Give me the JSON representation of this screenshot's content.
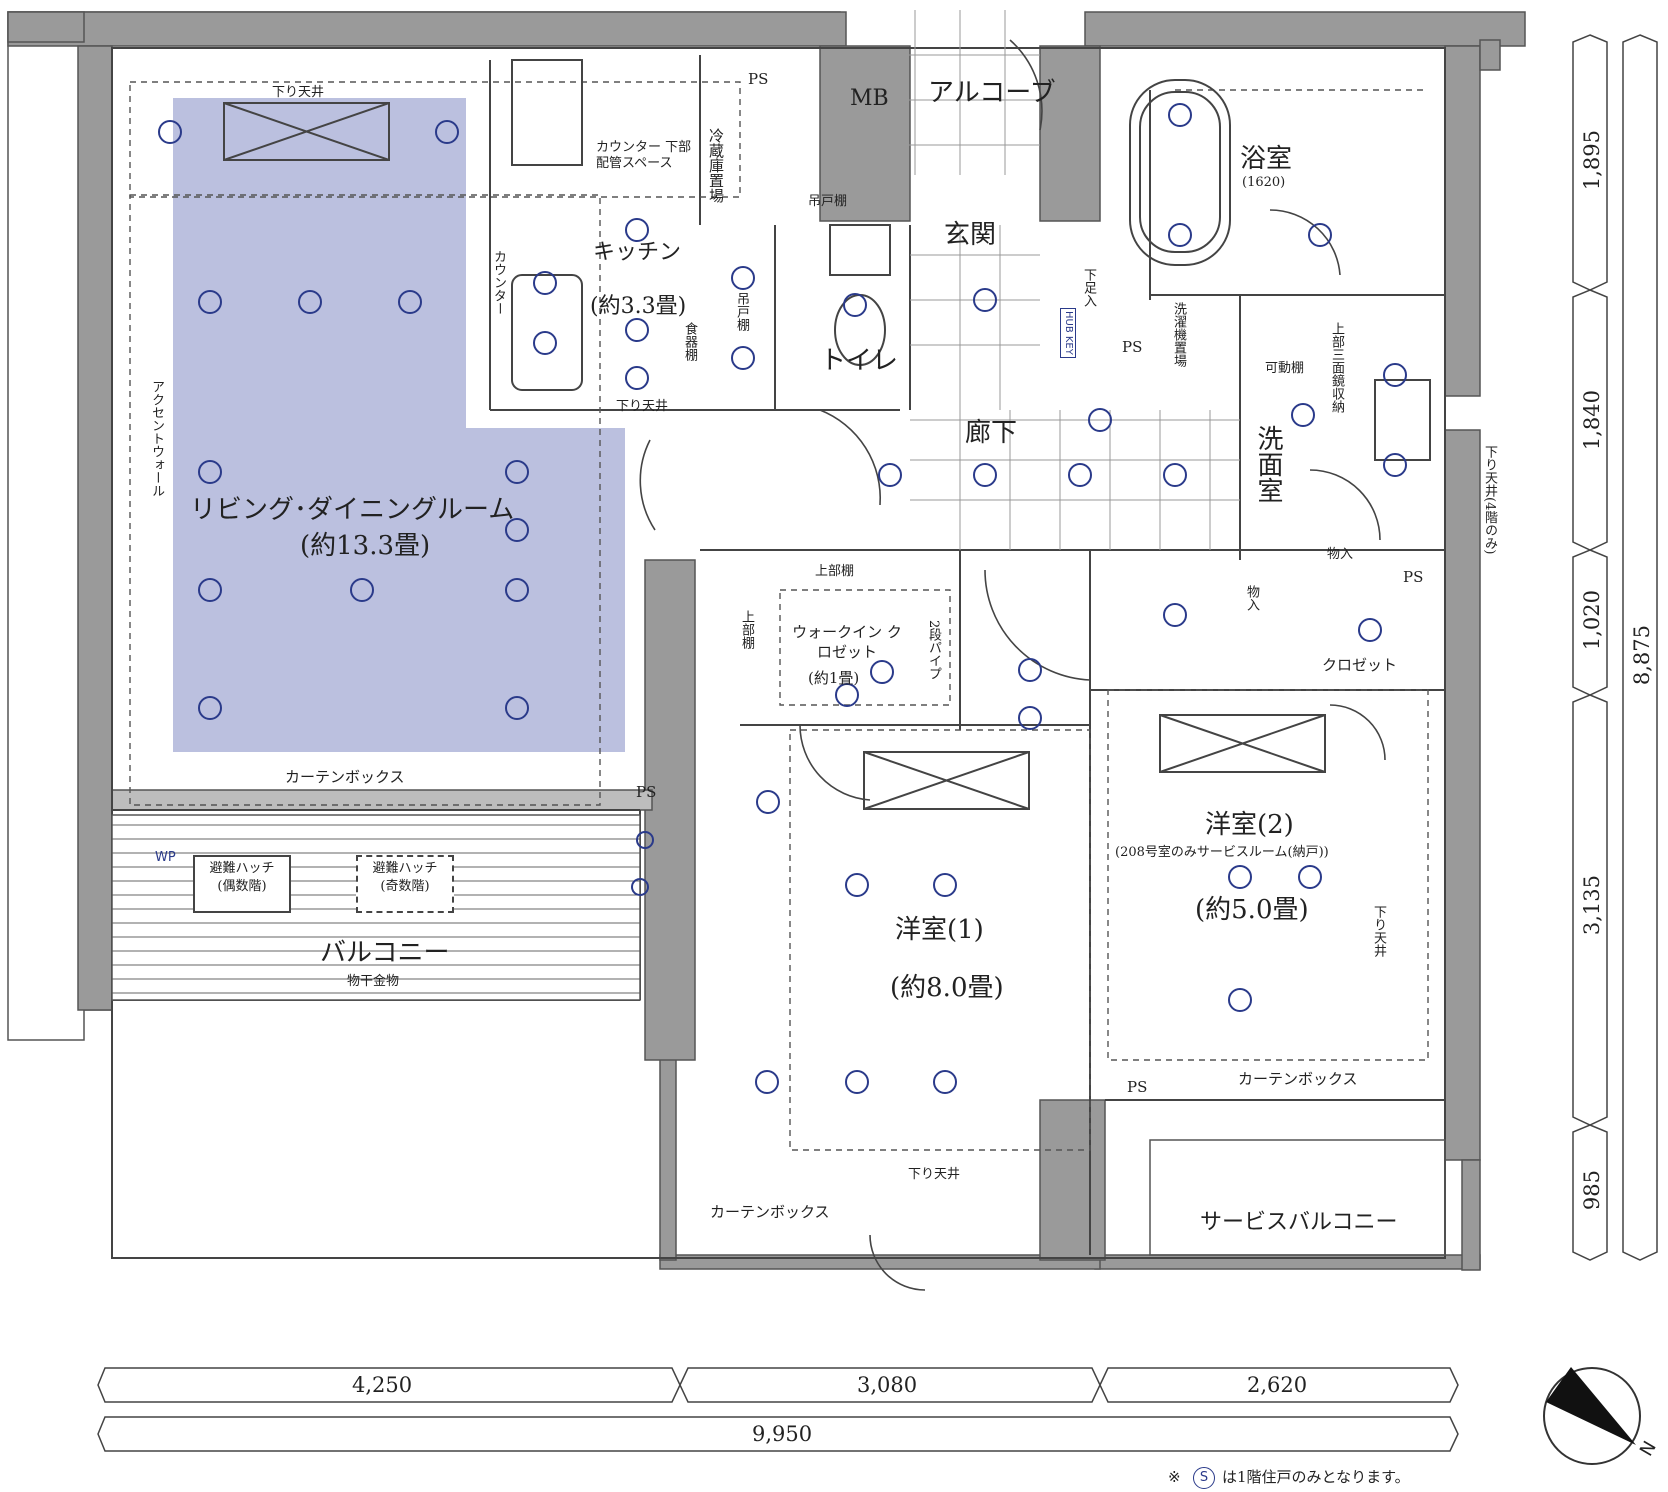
{
  "rooms": {
    "ldk": "リビング･ダイニングルーム",
    "ldk_area": "(約13.3畳)",
    "kitchen": "キッチン",
    "kitchen_area": "(約3.3畳)",
    "bath": "浴室",
    "bath_size": "(1620)",
    "entrance": "玄関",
    "toilet": "トイレ",
    "corridor": "廊下",
    "washroom": "洗面室",
    "alcove": "アルコーブ",
    "room1": "洋室(1)",
    "room1_area": "(約8.0畳)",
    "room2": "洋室(2)",
    "room2_note": "(208号室のみサービスルーム(納戸))",
    "room2_area": "(約5.0畳)",
    "walkin": "ウォークイン クロゼット",
    "walkin_area": "(約1畳)",
    "closet": "クロゼット",
    "balcony": "バルコニー",
    "service_balcony": "サービスバルコニー"
  },
  "labels": {
    "mb": "MB",
    "ps": "PS",
    "down_ceiling": "下り天井",
    "down_ceiling_4f": "下り天井(4階のみ)",
    "counter_pipe": "カウンター 下部配管スペース",
    "counter": "カウンター",
    "fridge": "冷蔵庫置場",
    "hanging_shelf": "吊戸棚",
    "dish_shelf": "食器棚",
    "accent_wall": "アクセントウォール",
    "curtain_box": "カーテンボックス",
    "hatch_even": "避難ハッチ (偶数階)",
    "hatch_odd": "避難ハッチ (奇数階)",
    "laundry_pole": "物干金物",
    "upper_shelf": "上部棚",
    "two_pipe": "2段パイプ",
    "shoe_box": "下足入",
    "washer": "洗濯機置場",
    "movable_shelf": "可動棚",
    "three_mirror": "上部三面鏡収納",
    "storage": "物入",
    "hub_key": "HUB KEY",
    "wp": "WP"
  },
  "dimensions": {
    "bottom": [
      "4,250",
      "3,080",
      "2,620"
    ],
    "total_width": "9,950",
    "right": [
      "1,895",
      "1,840",
      "1,020",
      "3,135",
      "985"
    ],
    "total_depth": "8,875"
  },
  "footnote_prefix": "※",
  "footnote_symbol": "S",
  "footnote_text": "は1階住戸のみとなります。",
  "compass_label": "N",
  "colors": {
    "ldk_fill": "#b4b9dc",
    "wall": "#9a9a9a",
    "symbol": "#2a3a8a"
  }
}
